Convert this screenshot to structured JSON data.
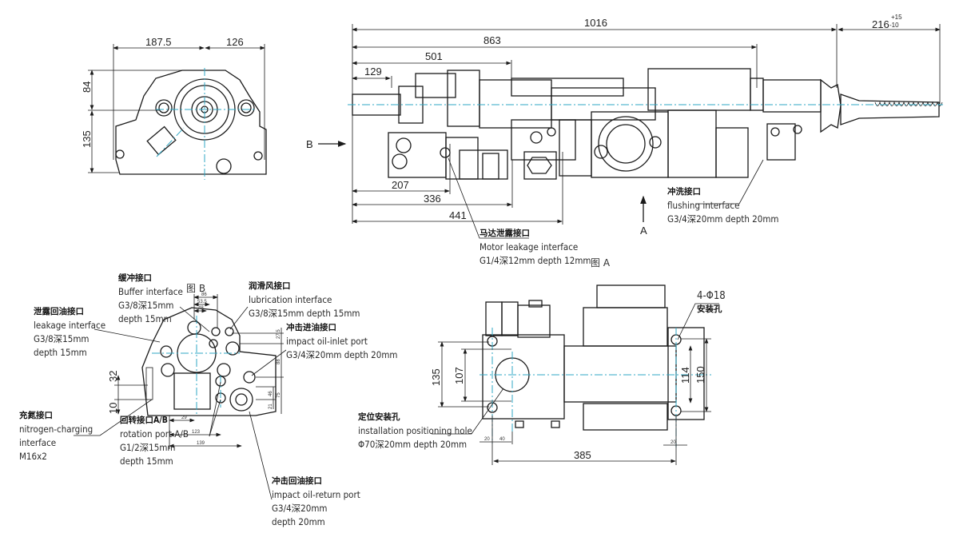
{
  "drawing": {
    "title": "Hydraulic rock drill outline & interface dimension drawing",
    "colors": {
      "line": "#1a1a1a",
      "centerline": "#2fa7c4",
      "background": "#ffffff"
    }
  },
  "end_view": {
    "dims": {
      "width_left": "187.5",
      "width_right": "126",
      "height_top": "84",
      "height_bottom": "135"
    }
  },
  "side_view": {
    "dims": {
      "overall": "1016",
      "d863": "863",
      "d501": "501",
      "d129": "129",
      "d207": "207",
      "d336": "336",
      "d441": "441",
      "shank_base": "216",
      "shank_tol_upper": "+15",
      "shank_tol_lower": "-10"
    },
    "arrow_b": "B",
    "arrow_a": "A",
    "view_label": "图 A",
    "callouts": {
      "motor_leakage": {
        "cn": "马达泄露接口",
        "en": "Motor leakage interface",
        "spec": "G1/4深12mm depth 12mm"
      },
      "flushing": {
        "cn": "冲洗接口",
        "en": "flushing interface",
        "spec": "G3/4深20mm depth 20mm"
      }
    }
  },
  "view_b": {
    "view_label": "图 B",
    "dims": {
      "d86": "86",
      "d535": "53.5",
      "d48": "48",
      "v15": "15",
      "v275": "27.5",
      "v88": "88",
      "v46": "46",
      "v75": "75",
      "v21": "21",
      "d29": "29",
      "d123": "123",
      "d139": "139",
      "v32": "32",
      "v10": "10"
    },
    "callouts": {
      "buffer": {
        "cn": "缓冲接口",
        "en": "Buffer interface",
        "spec1": "G3/8深15mm",
        "spec2": "depth 15mm"
      },
      "leakage": {
        "cn": "泄露回油接口",
        "en": "leakage interface",
        "spec1": "G3/8深15mm",
        "spec2": "depth 15mm"
      },
      "lubrication": {
        "cn": "润滑风接口",
        "en": "lubrication interface",
        "spec": "G3/8深15mm depth 15mm"
      },
      "impact_inlet": {
        "cn": "冲击进油接口",
        "en": "impact oil-inlet port",
        "spec": "G3/4深20mm depth 20mm"
      },
      "nitrogen": {
        "cn": "充氮接口",
        "en1": "nitrogen-charging",
        "en2": "interface",
        "spec": "M16x2"
      },
      "rotation": {
        "cn": "回转接口A/B",
        "en": "rotation port A/B",
        "spec1": "G1/2深15mm",
        "spec2": "depth 15mm"
      },
      "impact_return": {
        "cn": "冲击回油接口",
        "en": "impact oil-return port",
        "spec1": "G3/4深20mm",
        "spec2": "depth 20mm"
      }
    }
  },
  "bottom_view": {
    "dims": {
      "d135": "135",
      "d107": "107",
      "d114": "114",
      "d150": "150",
      "d385": "385",
      "d20a": "20",
      "d40": "40",
      "d20b": "20"
    },
    "callouts": {
      "mount_holes": {
        "spec": "4-Φ18",
        "cn": "安装孔"
      },
      "positioning": {
        "cn": "定位安装孔",
        "en": "installation positioning hole",
        "spec": "Φ70深20mm depth 20mm"
      }
    }
  }
}
